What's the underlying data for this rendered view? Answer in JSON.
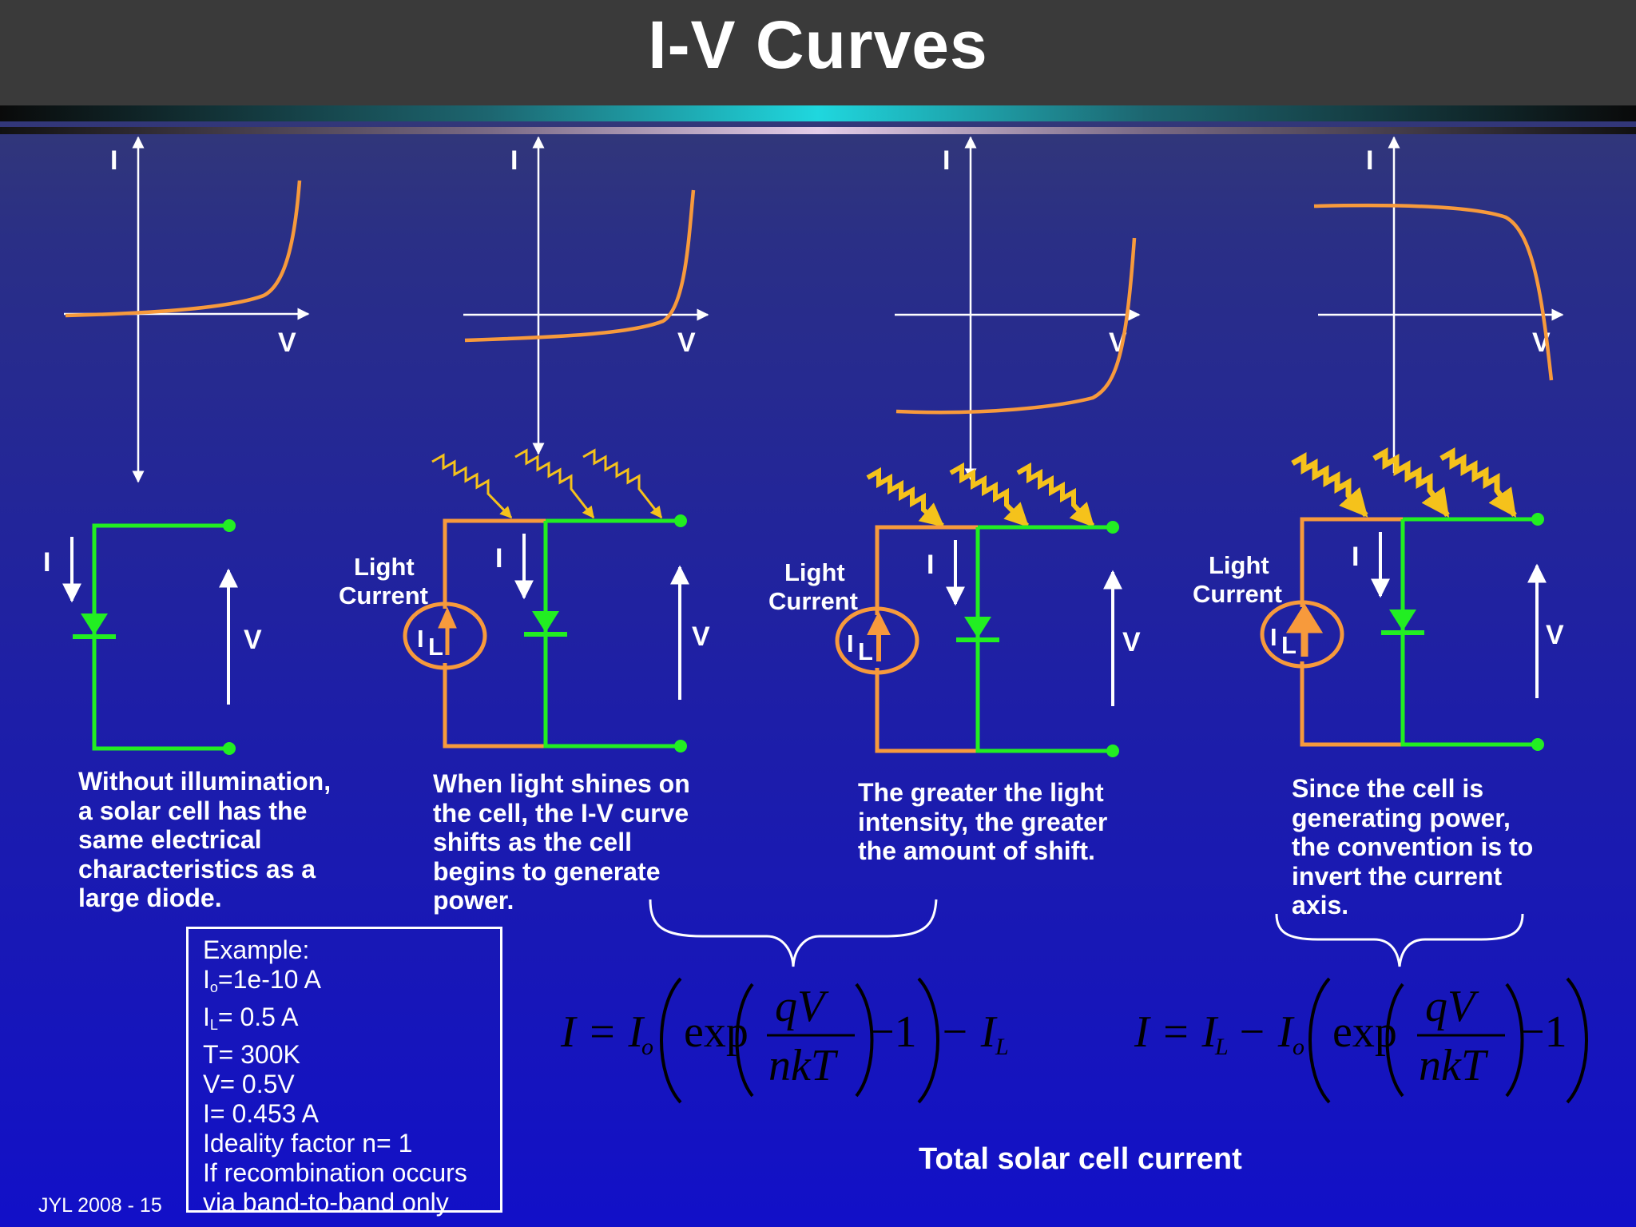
{
  "title": "I-V Curves",
  "axes": {
    "current": "I",
    "voltage": "V"
  },
  "circuit": {
    "current_label": "I",
    "voltage_label": "V",
    "light_label_line1": "Light",
    "light_label_line2": "Current",
    "source_label": "I",
    "source_sub": "L"
  },
  "descriptions": [
    "Without illumination,\na solar cell has the\nsame electrical\ncharacteristics as a\nlarge diode.",
    "When light shines on\nthe cell, the I-V curve\nshifts as the cell\nbegins to generate\npower.",
    "The greater the light\nintensity, the greater\nthe amount of shift.",
    "Since the cell is\ngenerating power,\nthe convention is to\ninvert the current\naxis."
  ],
  "example": {
    "heading": "Example:",
    "io": {
      "sym": "I",
      "sub": "o",
      "text": "=1e-10 A"
    },
    "il": {
      "sym": "I",
      "sub": "L",
      "text": "= 0.5 A"
    },
    "t": "T= 300K",
    "v": "V= 0.5V",
    "i": "I= 0.453 A",
    "n": "Ideality factor n= 1",
    "rec1": "If recombination occurs",
    "rec2": "via band-to-band only"
  },
  "equation1": {
    "lhs": "I = I",
    "sub_o": "o",
    "exp": "exp",
    "num": "qV",
    "den": "nkT",
    "minus_one": "−1",
    "minus_il": "− I",
    "sub_l": "L"
  },
  "equation2": {
    "lhs": "I = I",
    "sub_l": "L",
    "minus_io": "− I",
    "sub_o": "o",
    "exp": "exp",
    "num": "qV",
    "den": "nkT",
    "minus_one": "−1"
  },
  "total_label": "Total solar cell current",
  "footer": "JYL 2008 - 15",
  "colors": {
    "curve": "#f79a3c",
    "wire_green": "#22ee22",
    "wire_orange": "#f79a3c",
    "light_arrow": "#f5c21b",
    "axis": "#ffffff"
  }
}
